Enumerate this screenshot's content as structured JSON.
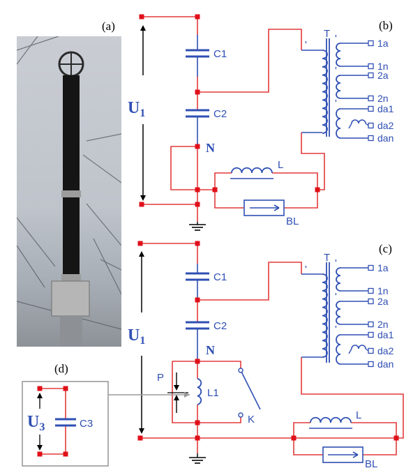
{
  "labels": {
    "a": "(a)",
    "b": "(b)",
    "c": "(c)",
    "d": "(d)",
    "u1": "U",
    "u1_sub": "1",
    "u3": "U",
    "u3_sub": "3",
    "c1": "C1",
    "c2": "C2",
    "c3": "C3",
    "n": "N",
    "t": "T",
    "l": "L",
    "bl": "BL",
    "l1": "L1",
    "p": "P",
    "k": "K"
  },
  "taps": [
    "1a",
    "1n",
    "2a",
    "2n",
    "da1",
    "da2",
    "dan"
  ],
  "colors": {
    "wire": "#e23a3a",
    "component": "#2f4fb3",
    "node": "#e0101a",
    "frame": "#9a9a9a"
  }
}
